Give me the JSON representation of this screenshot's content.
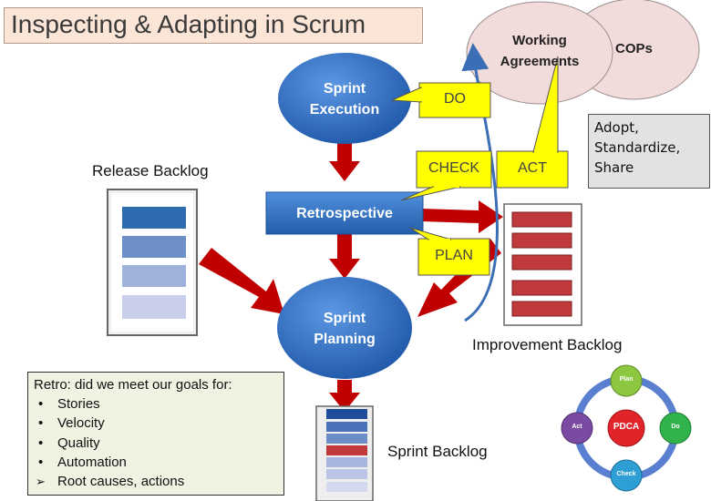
{
  "title": "Inspecting & Adapting in Scrum",
  "nodes": {
    "sprint_execution": "Sprint\nExecution",
    "retrospective": "Retrospective",
    "sprint_planning": "Sprint\nPlanning",
    "working_agreements": "Working\nAgreements",
    "cops": "COPs"
  },
  "callouts": {
    "do": "DO",
    "check": "CHECK",
    "act": "ACT",
    "plan": "PLAN"
  },
  "labels": {
    "release_backlog": "Release Backlog",
    "improvement_backlog": "Improvement Backlog",
    "sprint_backlog": "Sprint Backlog"
  },
  "note_lines": [
    "Adopt,",
    "Standardize,",
    "Share"
  ],
  "retro_box": {
    "heading": "Retro: did we meet our goals for:",
    "items": [
      "Stories",
      "Velocity",
      "Quality",
      "Automation"
    ],
    "final_item": "Root causes, actions"
  },
  "pdca": {
    "center": "PDCA",
    "plan": "Plan",
    "do": "Do",
    "check": "Check",
    "act": "Act"
  },
  "colors": {
    "blue_node": "#2e6bc2",
    "arrow_red": "#c00000",
    "callout_yellow": "#ffff00",
    "bubble_pink": "#f2dcdb",
    "backlog_red": "#c0393b"
  }
}
